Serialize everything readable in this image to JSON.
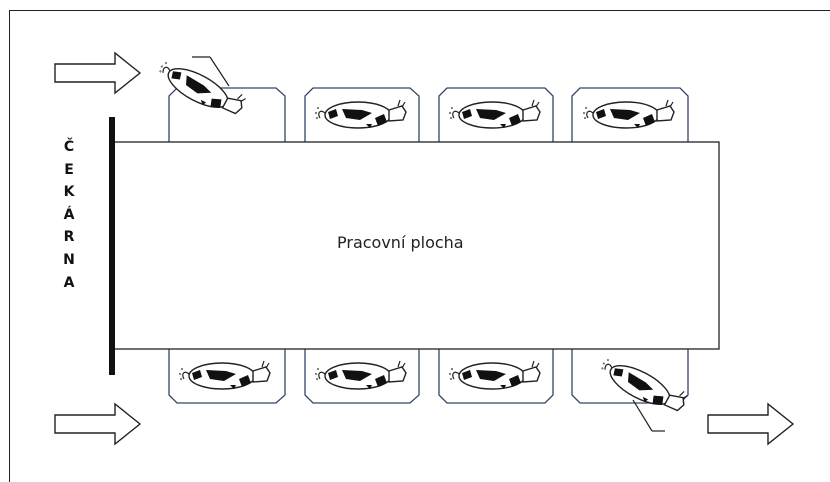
{
  "diagram": {
    "work_area_label": "Pracovní plocha",
    "waiting_area_letters": [
      "Č",
      "E",
      "K",
      "Á",
      "R",
      "N",
      "A"
    ],
    "colors": {
      "stall_border": "#34466a",
      "line": "#111111",
      "cow_spot": "#111111"
    },
    "icons": [
      "arrow-right-outline-icon",
      "cow-icon"
    ]
  }
}
